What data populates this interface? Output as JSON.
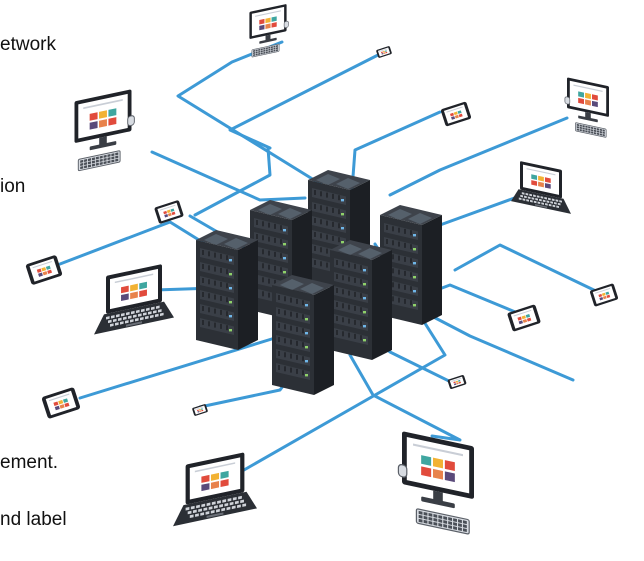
{
  "text_fragments": [
    {
      "id": "frag1",
      "text": "etwork"
    },
    {
      "id": "frag2",
      "text": "ion"
    },
    {
      "id": "frag3",
      "text": "ement."
    },
    {
      "id": "frag4",
      "text": "nd label"
    }
  ],
  "colors": {
    "link": "#3d9ad6",
    "server_body": "#2c3036",
    "server_top": "#3e434b",
    "device_dark": "#202329",
    "screen": "#ffffff",
    "tile_colors": [
      "#e14b3c",
      "#f2b233",
      "#3fa6a0",
      "#5a4a7a",
      "#e8824b"
    ]
  },
  "icons": [
    "server-rack-icon",
    "desktop-monitor-icon",
    "laptop-icon",
    "tablet-icon",
    "smartphone-icon",
    "keyboard-icon"
  ]
}
